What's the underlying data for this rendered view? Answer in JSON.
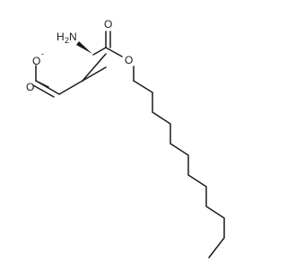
{
  "atom_labels": {
    "amine": "H2N",
    "amine_main": "H",
    "amine_sub": "2",
    "amine_tail": "N",
    "ester_carbonyl_o": "O",
    "ester_o": "O",
    "acid_carbonyl_o": "O",
    "carboxylate_o": "O",
    "charge": "-"
  }
}
